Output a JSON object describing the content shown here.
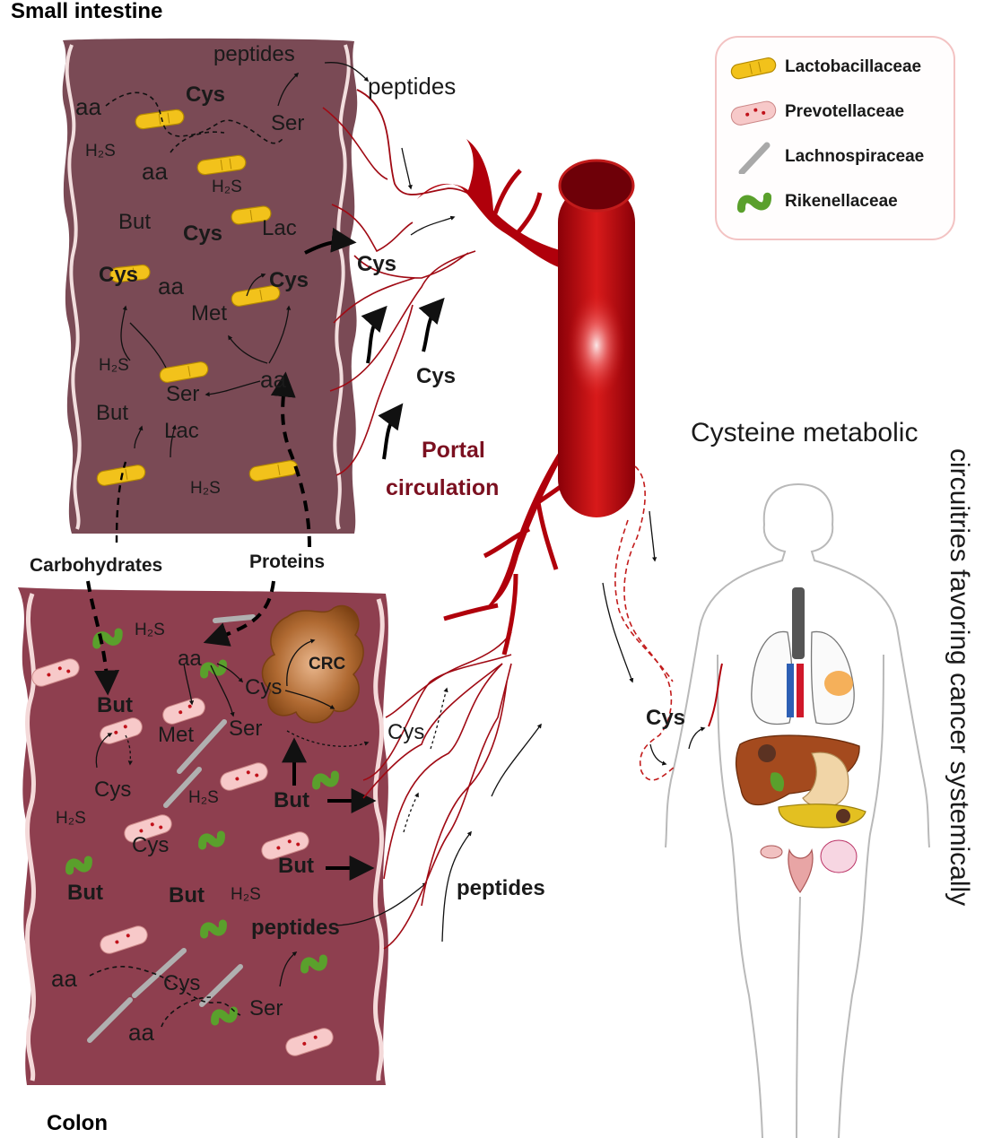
{
  "panels": {
    "small_intestine_title": "Small intestine",
    "colon_title": "Colon"
  },
  "legend": {
    "items": [
      {
        "label": "Lactobacillaceae",
        "color": "#f2c21b",
        "icon": "rod-bacterium-icon"
      },
      {
        "label": "Prevotellaceae",
        "color": "#f7c9c9",
        "icon": "dotted-rod-bacterium-icon"
      },
      {
        "label": "Lachnospiraceae",
        "color": "#a9a9a9",
        "icon": "thin-rod-bacterium-icon"
      },
      {
        "label": "Rikenellaceae",
        "color": "#5aa02c",
        "icon": "curved-bacterium-icon"
      }
    ]
  },
  "small_intestine_labels": {
    "peptides_in": "peptides",
    "aa1": "aa",
    "cys1": "Cys",
    "ser1": "Ser",
    "h2s1": "H₂S",
    "aa2": "aa",
    "h2s2": "H₂S",
    "but1": "But",
    "cys2": "Cys",
    "lac1": "Lac",
    "cys3": "Cys",
    "aa3": "aa",
    "cys4": "Cys",
    "met1": "Met",
    "h2s3": "H₂S",
    "ser2": "Ser",
    "aa4": "aa",
    "but2": "But",
    "lac2": "Lac",
    "h2s4": "H₂S"
  },
  "inputs": {
    "carbohydrates": "Carbohydrates",
    "proteins": "Proteins"
  },
  "colon_labels": {
    "h2s1": "H₂S",
    "aa1": "aa",
    "crc": "CRC",
    "cys1": "Cys",
    "but1": "But",
    "met1": "Met",
    "ser1": "Ser",
    "cys2": "Cys",
    "h2s2": "H₂S",
    "h2s3": "H₂S",
    "but2": "But",
    "cys3": "Cys",
    "but3": "But",
    "but4": "But",
    "but5": "But",
    "h2s4": "H₂S",
    "peptides1": "peptides",
    "aa2": "aa",
    "cys4": "Cys",
    "ser2": "Ser",
    "aa3": "aa"
  },
  "circulation": {
    "peptides_out": "peptides",
    "cys_a": "Cys",
    "cys_b": "Cys",
    "portal_line1": "Portal",
    "portal_line2": "circulation",
    "cys_colon": "Cys",
    "peptides_colon": "peptides",
    "cys_body": "Cys"
  },
  "titles": {
    "line1": "Cysteine metabolic",
    "line2": "circuitries favoring cancer systemically"
  },
  "colors": {
    "small_intestine_lumen": "#7a4a55",
    "colon_lumen": "#8e3f4f",
    "vessel": "#b0000b",
    "portal_text": "#7b1020",
    "crc": "#a8642e"
  }
}
